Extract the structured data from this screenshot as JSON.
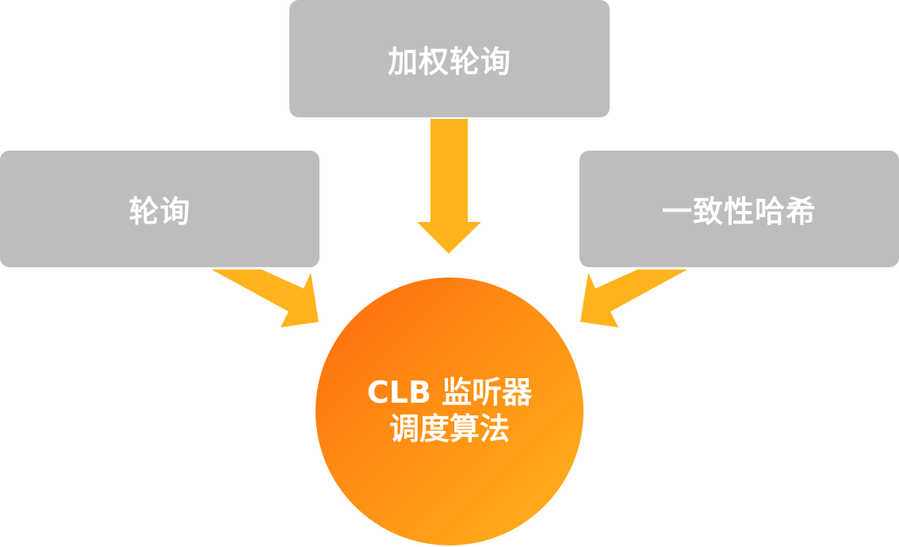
{
  "nodes": {
    "top": "加权轮询",
    "left": "轮询",
    "right": "一致性哈希"
  },
  "center": {
    "line1": "CLB 监听器",
    "line2": "调度算法"
  },
  "colors": {
    "box": "#bdbdbd",
    "arrow": "#ffb31c",
    "center_start": "#ff6a0d",
    "center_end": "#ffb31c"
  }
}
